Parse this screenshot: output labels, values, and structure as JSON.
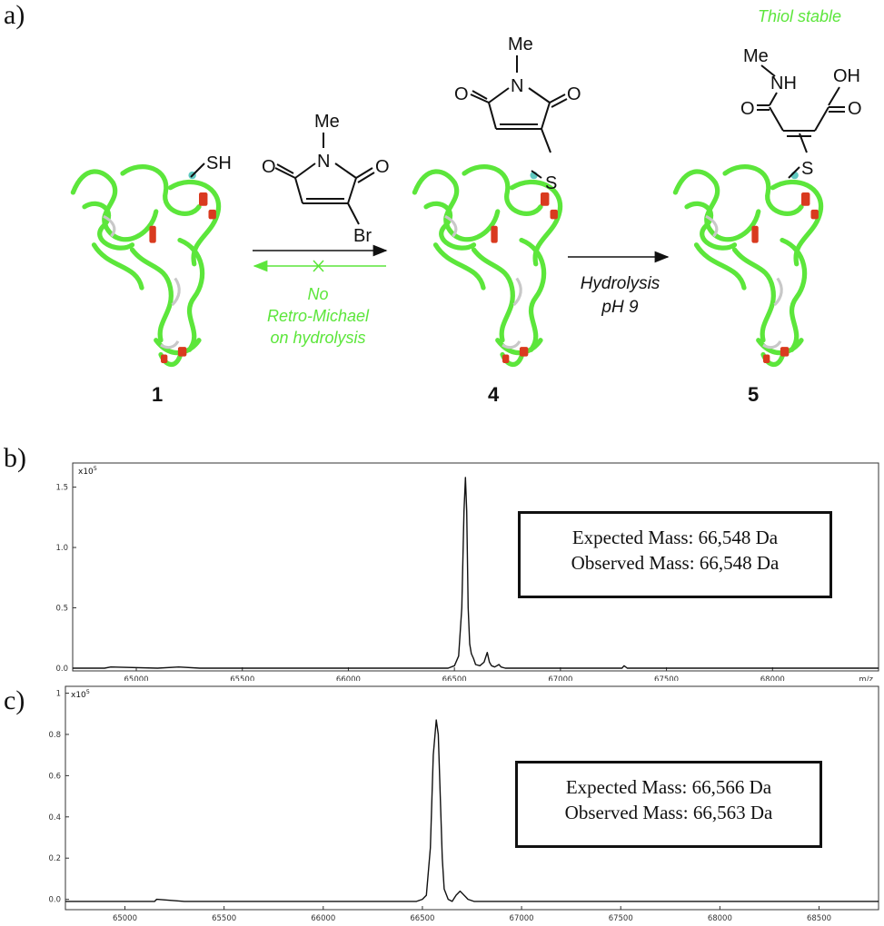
{
  "figure": {
    "panel_a_label": "a)",
    "panel_b_label": "b)",
    "panel_c_label": "c)"
  },
  "scheme": {
    "compound_1": "1",
    "compound_4": "4",
    "compound_5": "5",
    "reagent_atoms": {
      "methyl": "Me",
      "nitrogen": "N",
      "oxygen": "O",
      "bromine": "Br"
    },
    "thiol_label": "SH",
    "sulfur_label": "S",
    "product5_atoms": {
      "methyl": "Me",
      "nh": "NH",
      "oh": "OH",
      "oxygen": "O"
    },
    "retro_note": [
      "No",
      "Retro-Michael",
      "on hydrolysis"
    ],
    "hydrolysis_condition": [
      "Hydrolysis",
      "pH 9"
    ],
    "thiol_stable_note": "Thiol stable",
    "colors": {
      "protein": "#5ce63b",
      "note_green": "#5ce63b",
      "highlight_red": "#d93a1f"
    }
  },
  "chart_data": [
    {
      "type": "line",
      "panel": "b)",
      "scale_label": "x10",
      "scale_exponent": "5",
      "xlabel": "m/z",
      "xlim": [
        64700,
        68500
      ],
      "ylim": [
        0,
        1.7
      ],
      "x_ticks": [
        65000,
        65500,
        66000,
        66500,
        67000,
        67500,
        68000
      ],
      "y_ticks": [
        0.0,
        0.5,
        1.0,
        1.5
      ],
      "y_tick_labels": [
        "0.0",
        "0.5",
        "1.0",
        "1.5"
      ],
      "series": [
        {
          "x": [
            64700,
            64850,
            64880,
            65100,
            65200,
            65300,
            65500,
            66300,
            66470,
            66500,
            66520,
            66535,
            66545,
            66552,
            66558,
            66565,
            66572,
            66580,
            66590,
            66600,
            66620,
            66640,
            66655,
            66665,
            66675,
            66690,
            66710,
            66720,
            66740,
            66800,
            67290,
            67300,
            67315,
            67330,
            68500
          ],
          "y": [
            0.0,
            0.0,
            0.01,
            0.0,
            0.01,
            0.0,
            0.0,
            0.0,
            0.0,
            0.02,
            0.1,
            0.5,
            1.3,
            1.58,
            1.3,
            0.5,
            0.2,
            0.12,
            0.08,
            0.03,
            0.02,
            0.05,
            0.13,
            0.05,
            0.02,
            0.01,
            0.03,
            0.01,
            0.0,
            0.0,
            0.0,
            0.02,
            0.0,
            0.0,
            0.0
          ]
        }
      ],
      "annotation": [
        "Expected Mass: 66,548 Da",
        "Observed Mass: 66,548 Da"
      ]
    },
    {
      "type": "line",
      "panel": "c)",
      "scale_label": "x10",
      "scale_exponent": "5",
      "xlim": [
        64700,
        68800
      ],
      "ylim": [
        -0.05,
        1.02
      ],
      "x_ticks": [
        65000,
        65500,
        66000,
        66500,
        67000,
        67500,
        68000,
        68500
      ],
      "y_ticks": [
        0.0,
        0.2,
        0.4,
        0.6,
        0.8,
        1
      ],
      "y_tick_labels": [
        "0.0",
        "0.2",
        "0.4",
        "0.6",
        "0.8",
        "1"
      ],
      "series": [
        {
          "x": [
            64700,
            65150,
            65160,
            65300,
            66300,
            66470,
            66500,
            66520,
            66540,
            66555,
            66570,
            66580,
            66590,
            66600,
            66610,
            66630,
            66650,
            66670,
            66690,
            66700,
            66720,
            66730,
            66760,
            68800
          ],
          "y": [
            -0.01,
            -0.01,
            0.0,
            -0.01,
            -0.01,
            -0.01,
            0.0,
            0.02,
            0.25,
            0.7,
            0.87,
            0.8,
            0.5,
            0.2,
            0.05,
            0.0,
            -0.01,
            0.02,
            0.04,
            0.03,
            0.01,
            0.0,
            -0.01,
            -0.01
          ]
        }
      ],
      "annotation": [
        "Expected Mass: 66,566 Da",
        "Observed Mass: 66,563 Da"
      ]
    }
  ]
}
